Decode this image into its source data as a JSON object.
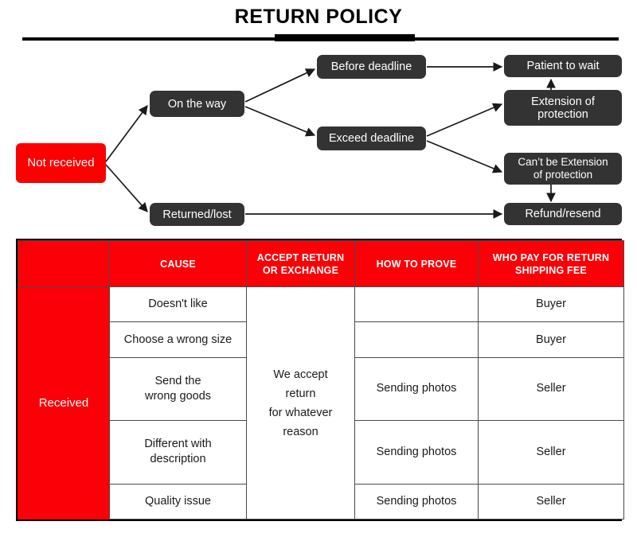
{
  "header": {
    "title": "RETURN POLICY",
    "rule_color": "#000000"
  },
  "colors": {
    "accent_red": "#fb0007",
    "node_dark": "#333333",
    "text_light": "#ffffff"
  },
  "flowchart": {
    "type": "decision-tree",
    "nodes": [
      {
        "id": "not-received",
        "label": "Not received",
        "style": "red"
      },
      {
        "id": "on-the-way",
        "label": "On the way",
        "style": "dark"
      },
      {
        "id": "returned-lost",
        "label": "Returned/lost",
        "style": "dark"
      },
      {
        "id": "before-deadline",
        "label": "Before deadline",
        "style": "dark"
      },
      {
        "id": "exceed-deadline",
        "label": "Exceed deadline",
        "style": "dark"
      },
      {
        "id": "patient-to-wait",
        "label": "Patient to wait",
        "style": "dark"
      },
      {
        "id": "extension",
        "label_line1": "Extension of",
        "label_line2": "protection",
        "style": "dark"
      },
      {
        "id": "cant-be-extension",
        "label_line1": "Can’t be Extension",
        "label_line2": "of protection",
        "style": "dark"
      },
      {
        "id": "refund-resend",
        "label": "Refund/resend",
        "style": "dark"
      }
    ],
    "edges": [
      {
        "from": "not-received",
        "to": "on-the-way"
      },
      {
        "from": "not-received",
        "to": "returned-lost"
      },
      {
        "from": "on-the-way",
        "to": "before-deadline"
      },
      {
        "from": "on-the-way",
        "to": "exceed-deadline"
      },
      {
        "from": "before-deadline",
        "to": "patient-to-wait"
      },
      {
        "from": "exceed-deadline",
        "to": "extension"
      },
      {
        "from": "exceed-deadline",
        "to": "cant-be-extension"
      },
      {
        "from": "extension",
        "to": "patient-to-wait"
      },
      {
        "from": "cant-be-extension",
        "to": "refund-resend"
      },
      {
        "from": "returned-lost",
        "to": "refund-resend"
      }
    ]
  },
  "table": {
    "headers": [
      "",
      "CAUSE",
      "ACCEPT RETURN OR EXCHANGE",
      "HOW TO PROVE",
      "WHO PAY FOR RETURN SHIPPING FEE"
    ],
    "headers_lines": {
      "accept_l1": "ACCEPT RETURN",
      "accept_l2": "OR EXCHANGE",
      "who_l1": "WHO PAY FOR RETURN",
      "who_l2": "SHIPPING FEE"
    },
    "row_group_label": "Received",
    "accept_cell": {
      "line1": "We accept",
      "line2": "return",
      "line3": "for whatever",
      "line4": "reason"
    },
    "rows": [
      {
        "cause": "Doesn't like",
        "cause_l1": "Doesn't like",
        "cause_l2": "",
        "how_to_prove": "",
        "who_pays": "Buyer"
      },
      {
        "cause": "Choose a wrong size",
        "cause_l1": "Choose a wrong size",
        "cause_l2": "",
        "how_to_prove": "",
        "who_pays": "Buyer"
      },
      {
        "cause": "Send the wrong goods",
        "cause_l1": "Send the",
        "cause_l2": "wrong goods",
        "how_to_prove": "Sending photos",
        "who_pays": "Seller"
      },
      {
        "cause": "Different with description",
        "cause_l1": "Different with",
        "cause_l2": "description",
        "how_to_prove": "Sending photos",
        "who_pays": "Seller"
      },
      {
        "cause": "Quality issue",
        "cause_l1": "Quality issue",
        "cause_l2": "",
        "how_to_prove": "Sending photos",
        "who_pays": "Seller"
      }
    ]
  }
}
